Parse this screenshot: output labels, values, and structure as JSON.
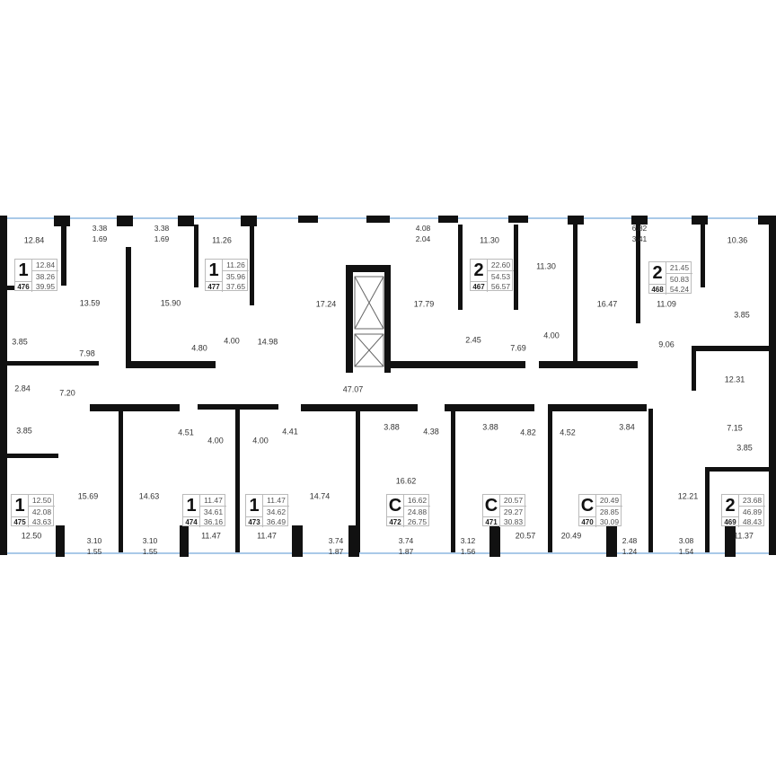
{
  "colors": {
    "wall": "#111111",
    "window": "#a9c9e8",
    "fixture": "#bbbbbb"
  },
  "rooms": [
    "12.84",
    "11.26",
    "13.59",
    "15.90",
    "3.85",
    "7.98",
    "4.80",
    "4.00",
    "14.98",
    "17.24",
    "11.30",
    "17.79",
    "2.45",
    "7.69",
    "11.30",
    "4.00",
    "16.47",
    "10.36",
    "11.09",
    "9.06",
    "3.85",
    "47.07",
    "2.84",
    "7.20",
    "12.31",
    "7.15",
    "3.85",
    "4.51",
    "4.00",
    "4.00",
    "4.41",
    "3.88",
    "4.38",
    "3.88",
    "4.82",
    "4.52",
    "3.84",
    "3.85",
    "16.62",
    "15.69",
    "14.63",
    "14.74",
    "12.21",
    "12.50",
    "11.47",
    "11.47",
    "20.57",
    "20.49",
    "11.37"
  ],
  "balconies": [
    [
      "3.38",
      "1.69"
    ],
    [
      "3.38",
      "1.69"
    ],
    [
      "4.08",
      "2.04"
    ],
    [
      "6.82",
      "3.41"
    ],
    [
      "3.10",
      "1.55"
    ],
    [
      "3.10",
      "1.55"
    ],
    [
      "3.74",
      "1.87"
    ],
    [
      "3.74",
      "1.87"
    ],
    [
      "3.12",
      "1.56"
    ],
    [
      "2.48",
      "1.24"
    ],
    [
      "3.08",
      "1.54"
    ]
  ],
  "apartments": [
    {
      "type": "1",
      "number": "476",
      "living": "12.84",
      "area": "38.26",
      "total": "39.95"
    },
    {
      "type": "1",
      "number": "477",
      "living": "11.26",
      "area": "35.96",
      "total": "37.65"
    },
    {
      "type": "2",
      "number": "467",
      "living": "22.60",
      "area": "54.53",
      "total": "56.57"
    },
    {
      "type": "2",
      "number": "468",
      "living": "21.45",
      "area": "50.83",
      "total": "54.24"
    },
    {
      "type": "1",
      "number": "475",
      "living": "12.50",
      "area": "42.08",
      "total": "43.63"
    },
    {
      "type": "1",
      "number": "474",
      "living": "11.47",
      "area": "34.61",
      "total": "36.16"
    },
    {
      "type": "1",
      "number": "473",
      "living": "11.47",
      "area": "34.62",
      "total": "36.49"
    },
    {
      "type": "C",
      "number": "472",
      "living": "16.62",
      "area": "24.88",
      "total": "26.75"
    },
    {
      "type": "C",
      "number": "471",
      "living": "20.57",
      "area": "29.27",
      "total": "30.83"
    },
    {
      "type": "C",
      "number": "470",
      "living": "20.49",
      "area": "28.85",
      "total": "30.09"
    },
    {
      "type": "2",
      "number": "469",
      "living": "23.68",
      "area": "46.89",
      "total": "48.43"
    }
  ]
}
